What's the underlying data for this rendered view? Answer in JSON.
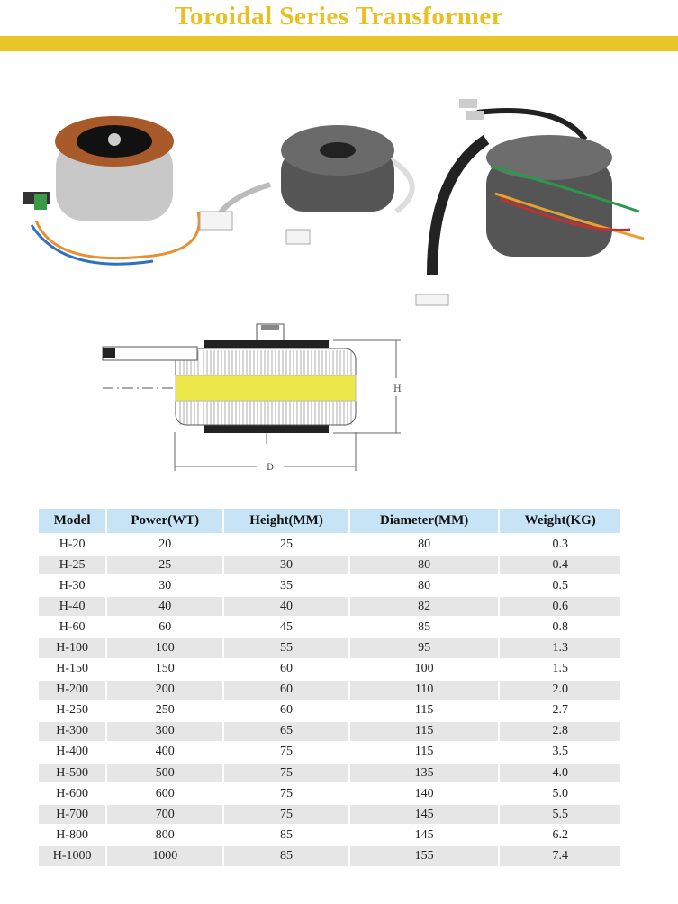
{
  "title": "Toroidal Series Transformer",
  "diagram": {
    "height_label": "H",
    "diameter_label": "D"
  },
  "table": {
    "headers": [
      "Model",
      "Power(WT)",
      "Height(MM)",
      "Diameter(MM)",
      "Weight(KG)"
    ],
    "rows": [
      [
        "H-20",
        "20",
        "25",
        "80",
        "0.3"
      ],
      [
        "H-25",
        "25",
        "30",
        "80",
        "0.4"
      ],
      [
        "H-30",
        "30",
        "35",
        "80",
        "0.5"
      ],
      [
        "H-40",
        "40",
        "40",
        "82",
        "0.6"
      ],
      [
        "H-60",
        "60",
        "45",
        "85",
        "0.8"
      ],
      [
        "H-100",
        "100",
        "55",
        "95",
        "1.3"
      ],
      [
        "H-150",
        "150",
        "60",
        "100",
        "1.5"
      ],
      [
        "H-200",
        "200",
        "60",
        "110",
        "2.0"
      ],
      [
        "H-250",
        "250",
        "60",
        "115",
        "2.7"
      ],
      [
        "H-300",
        "300",
        "65",
        "115",
        "2.8"
      ],
      [
        "H-400",
        "400",
        "75",
        "115",
        "3.5"
      ],
      [
        "H-500",
        "500",
        "75",
        "135",
        "4.0"
      ],
      [
        "H-600",
        "600",
        "75",
        "140",
        "5.0"
      ],
      [
        "H-700",
        "700",
        "75",
        "145",
        "5.5"
      ],
      [
        "H-800",
        "800",
        "85",
        "145",
        "6.2"
      ],
      [
        "H-1000",
        "1000",
        "85",
        "155",
        "7.4"
      ]
    ]
  }
}
